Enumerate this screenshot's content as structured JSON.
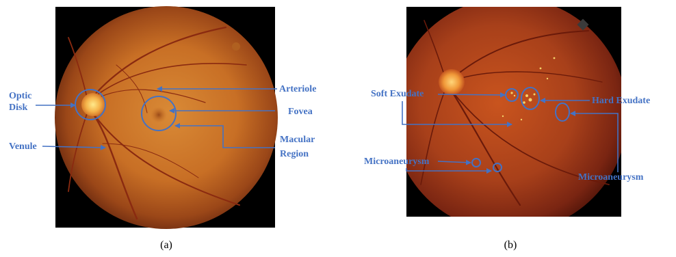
{
  "panel_a": {
    "caption": "(a)",
    "labels": {
      "optic_disk_line1": "Optic",
      "optic_disk_line2": "Disk",
      "venule": "Venule",
      "arteriole": "Arteriole",
      "fovea": "Fovea",
      "macular_line1": "Macular",
      "macular_line2": "Region"
    }
  },
  "panel_b": {
    "caption": "(b)",
    "labels": {
      "soft_exudate": "Soft Exudate",
      "hard_exudate": "Hard Exudate",
      "microaneurysm_left": "Microaneurysm",
      "microaneurysm_right": "Microaneurysm"
    }
  },
  "colors": {
    "annotation": "#4472c4",
    "fundus_center": "#d9802a",
    "fundus_edge": "#6b2a10",
    "background_frame": "#000000"
  }
}
